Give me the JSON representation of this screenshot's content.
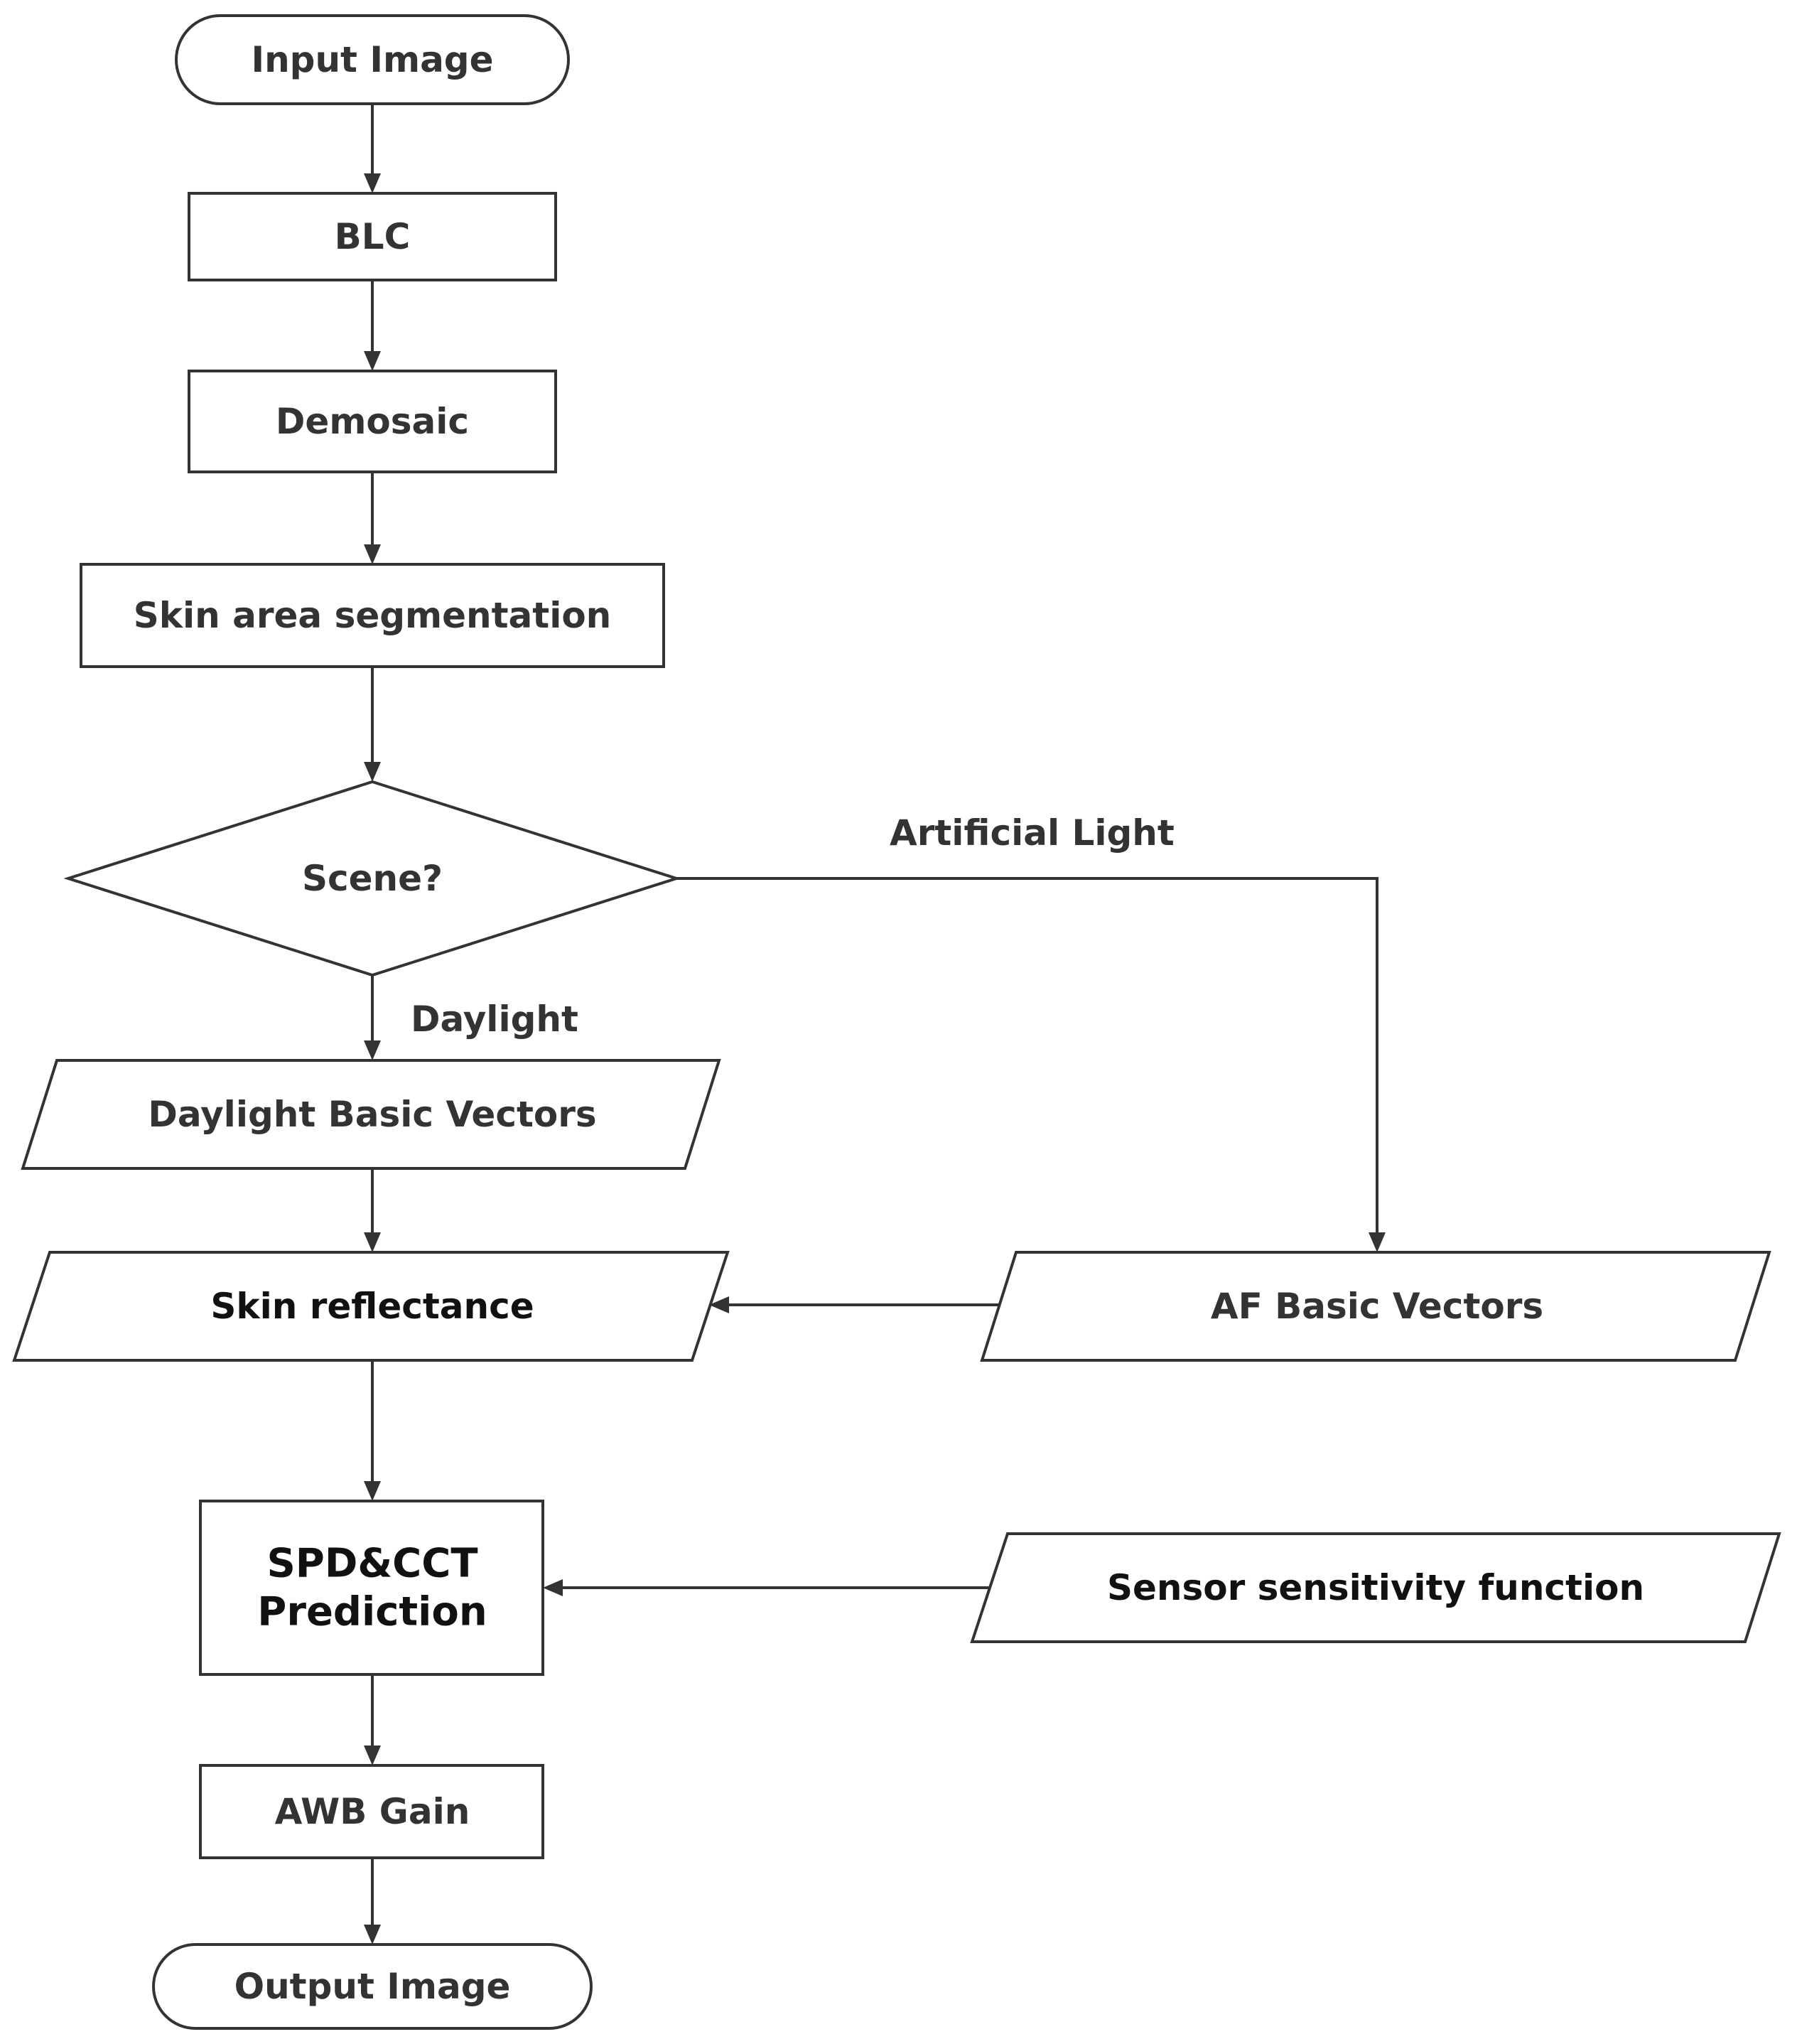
{
  "nodes": {
    "input_image": "Input Image",
    "blc": "BLC",
    "demosaic": "Demosaic",
    "skin_segmentation": "Skin area segmentation",
    "scene": "Scene?",
    "daylight_vectors": "Daylight Basic Vectors",
    "skin_reflectance": "Skin reflectance",
    "af_vectors": "AF Basic Vectors",
    "spd_cct_line1": "SPD&CCT",
    "spd_cct_line2": "Prediction",
    "sensor_sensitivity": "Sensor sensitivity function",
    "awb_gain": "AWB Gain",
    "output_image": "Output Image"
  },
  "edges": {
    "artificial_light": "Artificial Light",
    "daylight": "Daylight"
  },
  "colors": {
    "stroke": "#333333",
    "text": "#333333",
    "text_dark": "#111111",
    "background": "#ffffff"
  }
}
